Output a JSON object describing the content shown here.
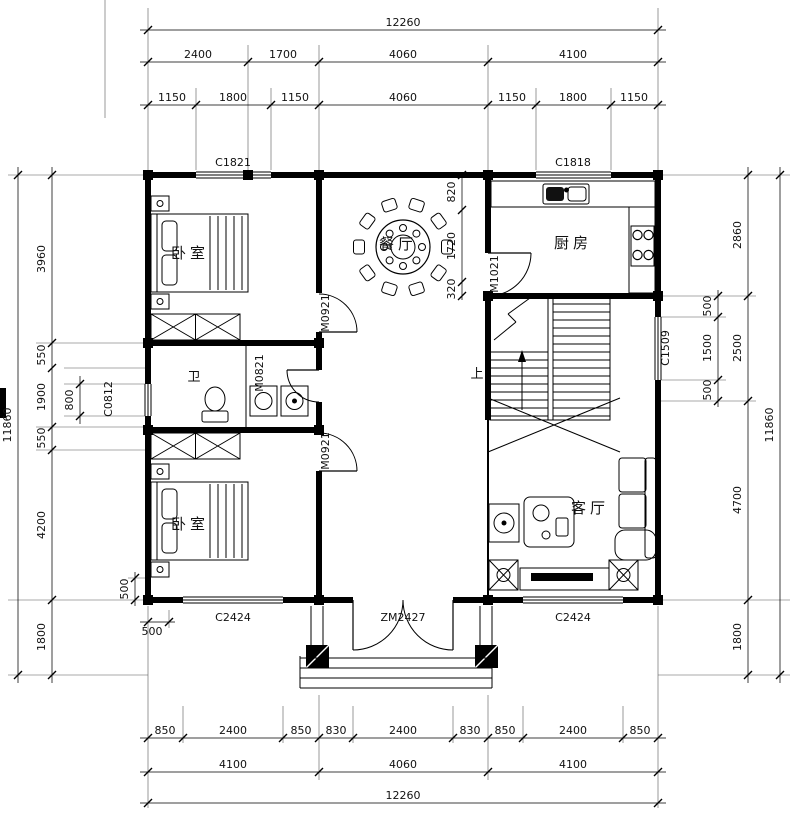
{
  "drawing": {
    "kind": "residential floor plan"
  },
  "rooms": {
    "bedroom_top": "卧室",
    "dining": "餐厅",
    "kitchen": "厨房",
    "bath": "卫",
    "bedroom_bottom": "卧室",
    "living": "客厅"
  },
  "stairs": {
    "up": "上"
  },
  "openings": {
    "window_top_left": "C1821",
    "window_top_right": "C1818",
    "door_bedroom_top": "M0921",
    "door_bath": "M0821",
    "window_bath": "C0812",
    "door_kitchen": "M1021",
    "window_stairs": "C1509",
    "door_bedroom_bottom": "M0921",
    "window_bottom_left": "C2424",
    "entry_door": "ZM2427",
    "window_bottom_right": "C2424"
  },
  "dims": {
    "top_total": "12260",
    "top_row2": [
      "2400",
      "1700",
      "4060",
      "4100"
    ],
    "top_row3": [
      "1150",
      "1800",
      "1150",
      "4060",
      "1150",
      "1800",
      "1150"
    ],
    "left_chain": [
      "3960",
      "550",
      "1900",
      "550",
      "4200",
      "1800"
    ],
    "left_window": "800",
    "left_total": "11860",
    "left_aux_v": "500",
    "left_aux_h": "500",
    "right_chain": [
      "2860",
      "2500",
      "4700",
      "1800"
    ],
    "right_window": [
      "500",
      "1500",
      "500"
    ],
    "right_total": "11860",
    "bottom_row1": [
      "850",
      "2400",
      "850",
      "830",
      "2400",
      "830",
      "850",
      "2400",
      "850"
    ],
    "bottom_row2": [
      "4100",
      "4060",
      "4100"
    ],
    "bottom_total": "12260",
    "dining_chain": [
      "820",
      "1720",
      "320"
    ]
  }
}
